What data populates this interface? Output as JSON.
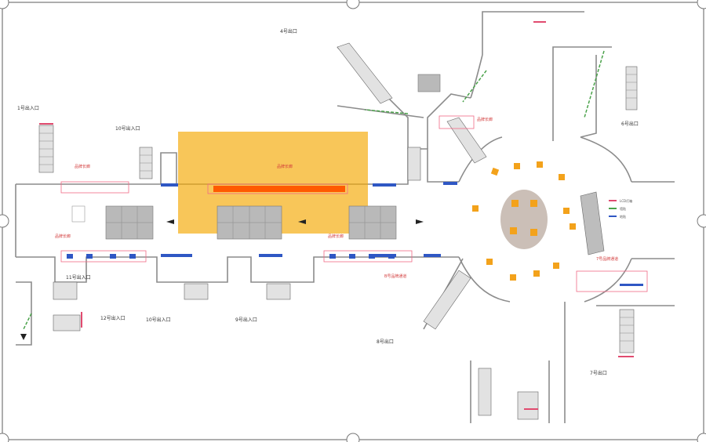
{
  "map": {
    "colors": {
      "wall": "#9a9a9a",
      "border": "#777777",
      "highlight": "#f5a800",
      "strip": "#ff5a00",
      "booth": "#f3a21b",
      "screen": "#2f57c4",
      "pink": "#f06a86",
      "green": "#4aa24a",
      "plaza": "#cbbfb7",
      "grid": "#a9a9a9"
    },
    "exits": [
      {
        "id": "e1",
        "label": "1号出入口"
      },
      {
        "id": "e10",
        "label": "10号出入口"
      },
      {
        "id": "e4",
        "label": "4号出口"
      },
      {
        "id": "e6",
        "label": "6号出口"
      },
      {
        "id": "e11",
        "label": "11号出入口"
      },
      {
        "id": "e12",
        "label": "12号出入口"
      },
      {
        "id": "e10b",
        "label": "10号出入口"
      },
      {
        "id": "e9",
        "label": "9号出入口"
      },
      {
        "id": "e8",
        "label": "8号出口"
      },
      {
        "id": "e7",
        "label": "7号出口"
      }
    ],
    "red_labels": [
      {
        "id": "r1",
        "text": "品牌长廊"
      },
      {
        "id": "r2",
        "text": "品牌长廊"
      },
      {
        "id": "r3",
        "text": "品牌长廊"
      },
      {
        "id": "r4",
        "text": "B号品牌通道"
      },
      {
        "id": "r5",
        "text": "7号品牌通道"
      },
      {
        "id": "r6",
        "text": "品牌长廊"
      }
    ],
    "legend": {
      "items": [
        {
          "label": "LCD灯箱"
        },
        {
          "label": "墙贴"
        },
        {
          "label": "地贴"
        }
      ]
    }
  }
}
